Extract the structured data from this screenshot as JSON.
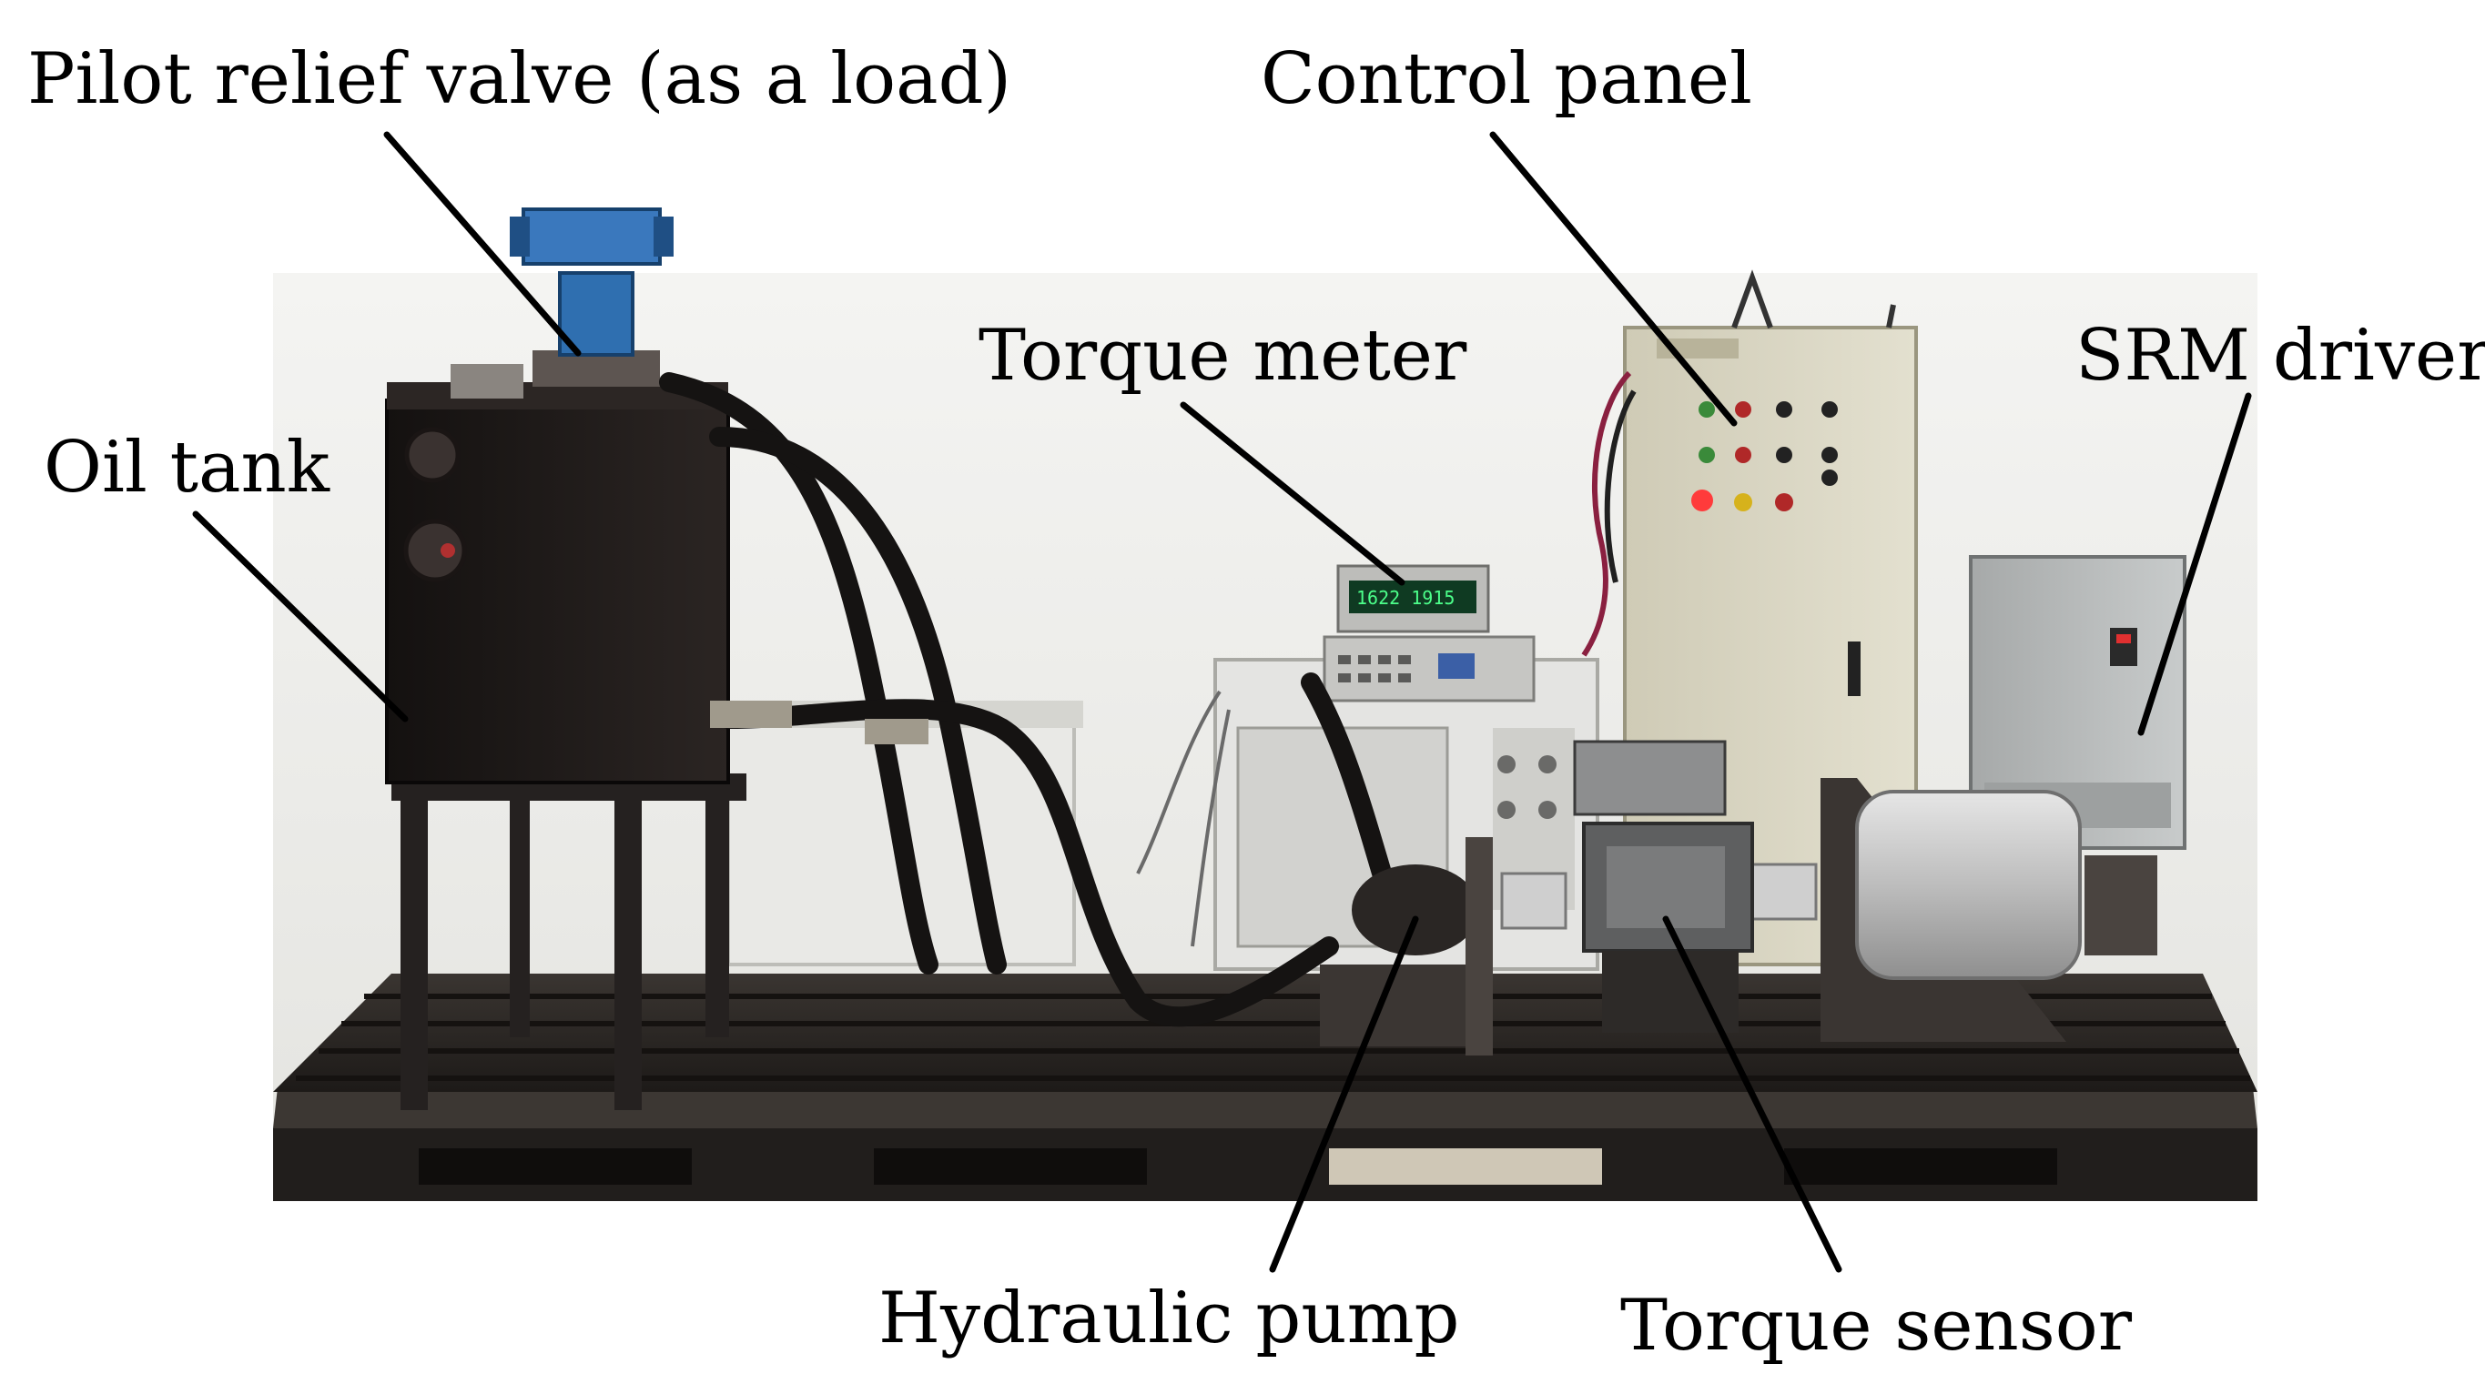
{
  "labels": {
    "pilot_relief_valve": "Pilot relief valve (as a load)",
    "control_panel": "Control panel",
    "torque_meter": "Torque meter",
    "srm_driver": "SRM driver",
    "oil_tank": "Oil tank",
    "hydraulic_pump": "Hydraulic pump",
    "torque_sensor": "Torque sensor"
  },
  "colors": {
    "background": "#ffffff",
    "bench": "#2a2623",
    "tank": "#1c1817",
    "cabinet": "#d9d6c4",
    "driver": "#b9bcbc",
    "valve": "#2f6fb0",
    "display": "#0f3a22",
    "leader_line": "#000000"
  },
  "photo": {
    "subject": "Hydraulic pump test bench with switched reluctance motor, torque sensor, oil tank and control cabinet",
    "meter_display": "1622 1915"
  }
}
